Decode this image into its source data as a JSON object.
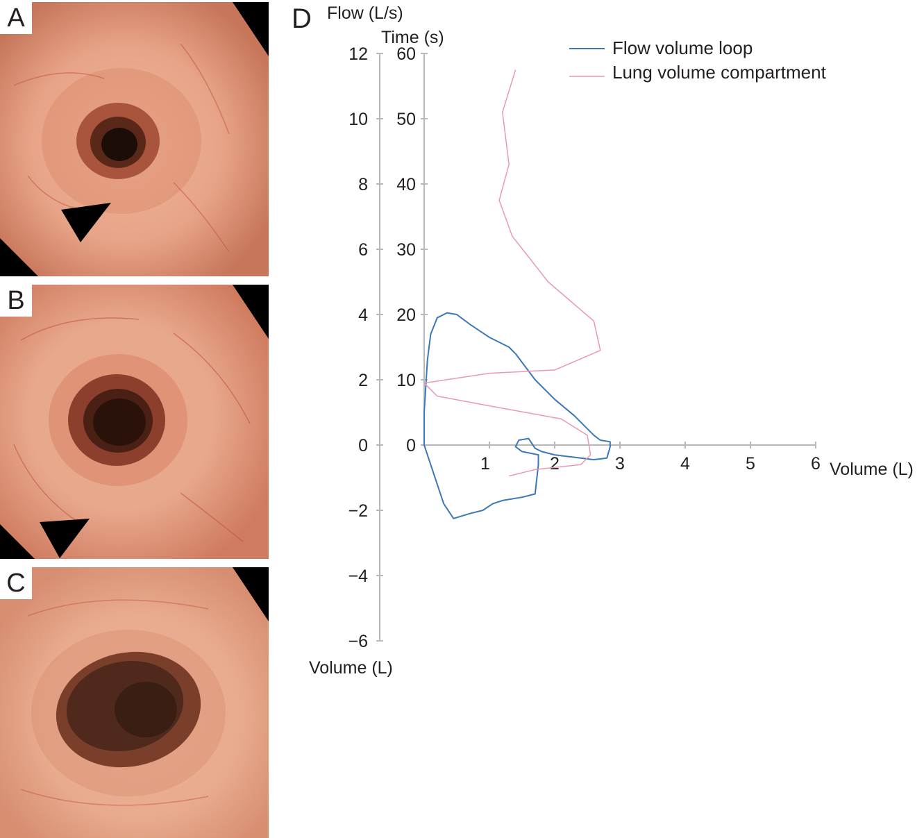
{
  "panels": [
    {
      "letter": "A"
    },
    {
      "letter": "B"
    },
    {
      "letter": "C"
    }
  ],
  "chart_panel_letter": "D",
  "chart_data": {
    "type": "line",
    "title": "",
    "left_axis_label": "Flow (L/s)",
    "inner_axis_label": "Time (s)",
    "bottom_left_label": "Volume (L)",
    "xlabel": "Volume (L)",
    "flow_ticks": [
      12,
      10,
      8,
      6,
      4,
      2,
      0,
      -2,
      -4,
      -6
    ],
    "flow_tick_labels": [
      "12",
      "10",
      "8",
      "6",
      "4",
      "2",
      "0",
      "−2",
      "−4",
      "−6"
    ],
    "time_ticks": [
      60,
      50,
      40,
      30,
      20,
      10,
      0
    ],
    "time_tick_labels": [
      "60",
      "50",
      "40",
      "30",
      "20",
      "10",
      "0"
    ],
    "x_ticks": [
      1,
      2,
      3,
      4,
      5,
      6
    ],
    "x_tick_labels": [
      "1",
      "2",
      "3",
      "4",
      "5",
      "6"
    ],
    "xlim": [
      0,
      6
    ],
    "ylim": [
      -6,
      12
    ],
    "legend_position": "top-right",
    "series": [
      {
        "name": "Flow volume loop",
        "color": "#3a78b8",
        "points": [
          [
            0.0,
            0.0
          ],
          [
            0.0,
            1.0
          ],
          [
            0.05,
            2.6
          ],
          [
            0.1,
            3.4
          ],
          [
            0.2,
            3.9
          ],
          [
            0.35,
            4.05
          ],
          [
            0.5,
            4.0
          ],
          [
            0.7,
            3.7
          ],
          [
            1.0,
            3.3
          ],
          [
            1.3,
            3.0
          ],
          [
            1.4,
            2.8
          ],
          [
            1.7,
            2.0
          ],
          [
            2.0,
            1.4
          ],
          [
            2.3,
            0.9
          ],
          [
            2.6,
            0.3
          ],
          [
            2.7,
            0.15
          ],
          [
            2.85,
            0.1
          ],
          [
            2.85,
            -0.05
          ],
          [
            2.8,
            -0.4
          ],
          [
            2.6,
            -0.45
          ],
          [
            2.4,
            -0.4
          ],
          [
            2.2,
            -0.35
          ],
          [
            2.0,
            -0.3
          ],
          [
            1.8,
            -0.2
          ],
          [
            1.7,
            -0.1
          ],
          [
            1.6,
            0.2
          ],
          [
            1.45,
            0.15
          ],
          [
            1.4,
            -0.05
          ],
          [
            1.5,
            -0.2
          ],
          [
            1.75,
            -0.3
          ],
          [
            1.75,
            -0.6
          ],
          [
            1.7,
            -1.5
          ],
          [
            1.5,
            -1.6
          ],
          [
            1.2,
            -1.7
          ],
          [
            1.05,
            -1.8
          ],
          [
            0.9,
            -2.0
          ],
          [
            0.7,
            -2.1
          ],
          [
            0.45,
            -2.25
          ],
          [
            0.3,
            -1.8
          ],
          [
            0.15,
            -0.9
          ],
          [
            0.0,
            0.0
          ]
        ]
      },
      {
        "name": "Lung volume compartment",
        "color": "#e89aae",
        "points": [
          [
            1.4,
            11.5
          ],
          [
            1.2,
            10.2
          ],
          [
            1.3,
            8.6
          ],
          [
            1.15,
            7.5
          ],
          [
            1.35,
            6.4
          ],
          [
            1.9,
            5.0
          ],
          [
            2.6,
            3.8
          ],
          [
            2.7,
            2.9
          ],
          [
            2.0,
            2.3
          ],
          [
            1.0,
            2.2
          ],
          [
            0.0,
            1.9
          ],
          [
            0.2,
            1.5
          ],
          [
            1.0,
            1.2
          ],
          [
            2.1,
            0.8
          ],
          [
            2.5,
            0.3
          ],
          [
            2.55,
            -0.3
          ],
          [
            2.4,
            -0.6
          ],
          [
            1.7,
            -0.75
          ],
          [
            1.3,
            -0.95
          ]
        ]
      }
    ]
  }
}
